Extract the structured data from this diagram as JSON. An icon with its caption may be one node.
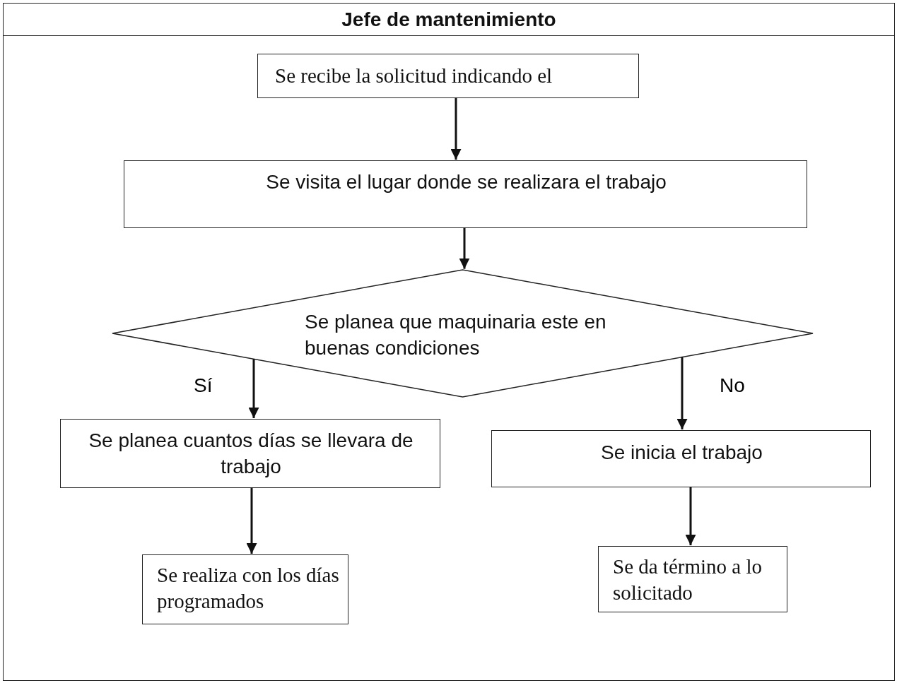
{
  "diagram": {
    "nodes": [
      {
        "text": [
          "Jefe de mantenimiento"
        ]
      },
      {
        "text": [
          "Se recibe la solicitud indicando el"
        ],
        "in": 0
      },
      {
        "text": [
          "Se visita el lugar donde se realizara el trabajo"
        ],
        "in": 0
      },
      {
        "text": [
          "Se planea que maquinaria este en buenas condiciones"
        ],
        "in": 0
      },
      {
        "text": [
          "Se planea cuantos días se llevara de trabajo"
        ],
        "in": 0
      },
      {
        "text": [
          "Se inicia el trabajo"
        ],
        "in": 0
      },
      {
        "text": [
          "Se realiza con los días programados"
        ],
        "in": 0
      },
      {
        "text": [
          "Se da término a lo solicitado"
        ],
        "in": 0
      }
    ],
    "edges": [
      {
        "from": 1,
        "to": 2,
        "arrow": "to"
      },
      {
        "from": 2,
        "to": 3,
        "arrow": "to"
      },
      {
        "from": 3,
        "to": 4,
        "arrow": "to",
        "label": "Sí"
      },
      {
        "from": 3,
        "to": 5,
        "arrow": "to",
        "label": "No"
      },
      {
        "from": 4,
        "to": 6,
        "arrow": "to"
      },
      {
        "from": 5,
        "to": 7,
        "arrow": "to"
      }
    ]
  }
}
